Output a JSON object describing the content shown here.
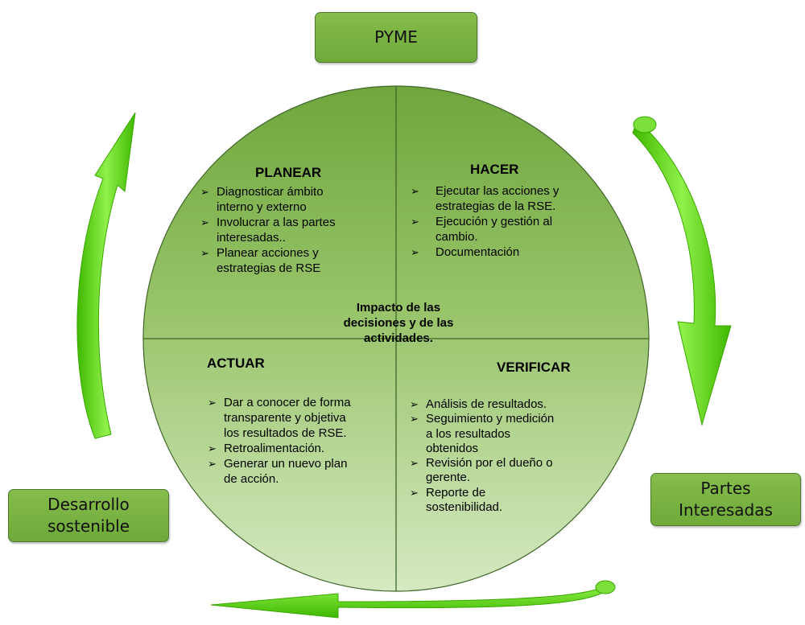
{
  "colors": {
    "circle_top": "#74ab42",
    "circle_bottom": "#d2e6bc",
    "arrow_green": "#5ed014",
    "box_fill": "#7db246",
    "box_border": "#4f7a2e"
  },
  "boxes": {
    "pyme": "PYME",
    "desarrollo": [
      "Desarrollo",
      "sostenible"
    ],
    "partes": [
      "Partes",
      "Interesadas"
    ]
  },
  "center": [
    "Impacto de las",
    "decisiones y de las",
    "actividades."
  ],
  "planear": {
    "title": "PLANEAR",
    "items": [
      [
        "Diagnosticar ámbito",
        "interno y externo"
      ],
      [
        "Involucrar a las partes",
        "interesadas.."
      ],
      [
        "Planear acciones y",
        "estrategias de RSE"
      ]
    ]
  },
  "hacer": {
    "title": "HACER",
    "items": [
      [
        "Ejecutar las acciones y",
        "estrategias de la RSE."
      ],
      [
        "Ejecución y gestión al",
        "cambio."
      ],
      [
        "Documentación"
      ]
    ]
  },
  "actuar": {
    "title": "ACTUAR",
    "items": [
      [
        "Dar a conocer de forma",
        "transparente y objetiva",
        "los resultados de RSE."
      ],
      [
        "Retroalimentación."
      ],
      [
        "Generar un nuevo plan",
        "de acción."
      ]
    ]
  },
  "verificar": {
    "title": "VERIFICAR",
    "items": [
      [
        "Análisis de resultados."
      ],
      [
        "Seguimiento y medición",
        "a los resultados",
        "obtenidos"
      ],
      [
        "Revisión por el dueño o",
        "gerente."
      ],
      [
        "Reporte de",
        "sostenibilidad."
      ]
    ]
  },
  "bullet_icon": "arrowhead-bullet-icon"
}
